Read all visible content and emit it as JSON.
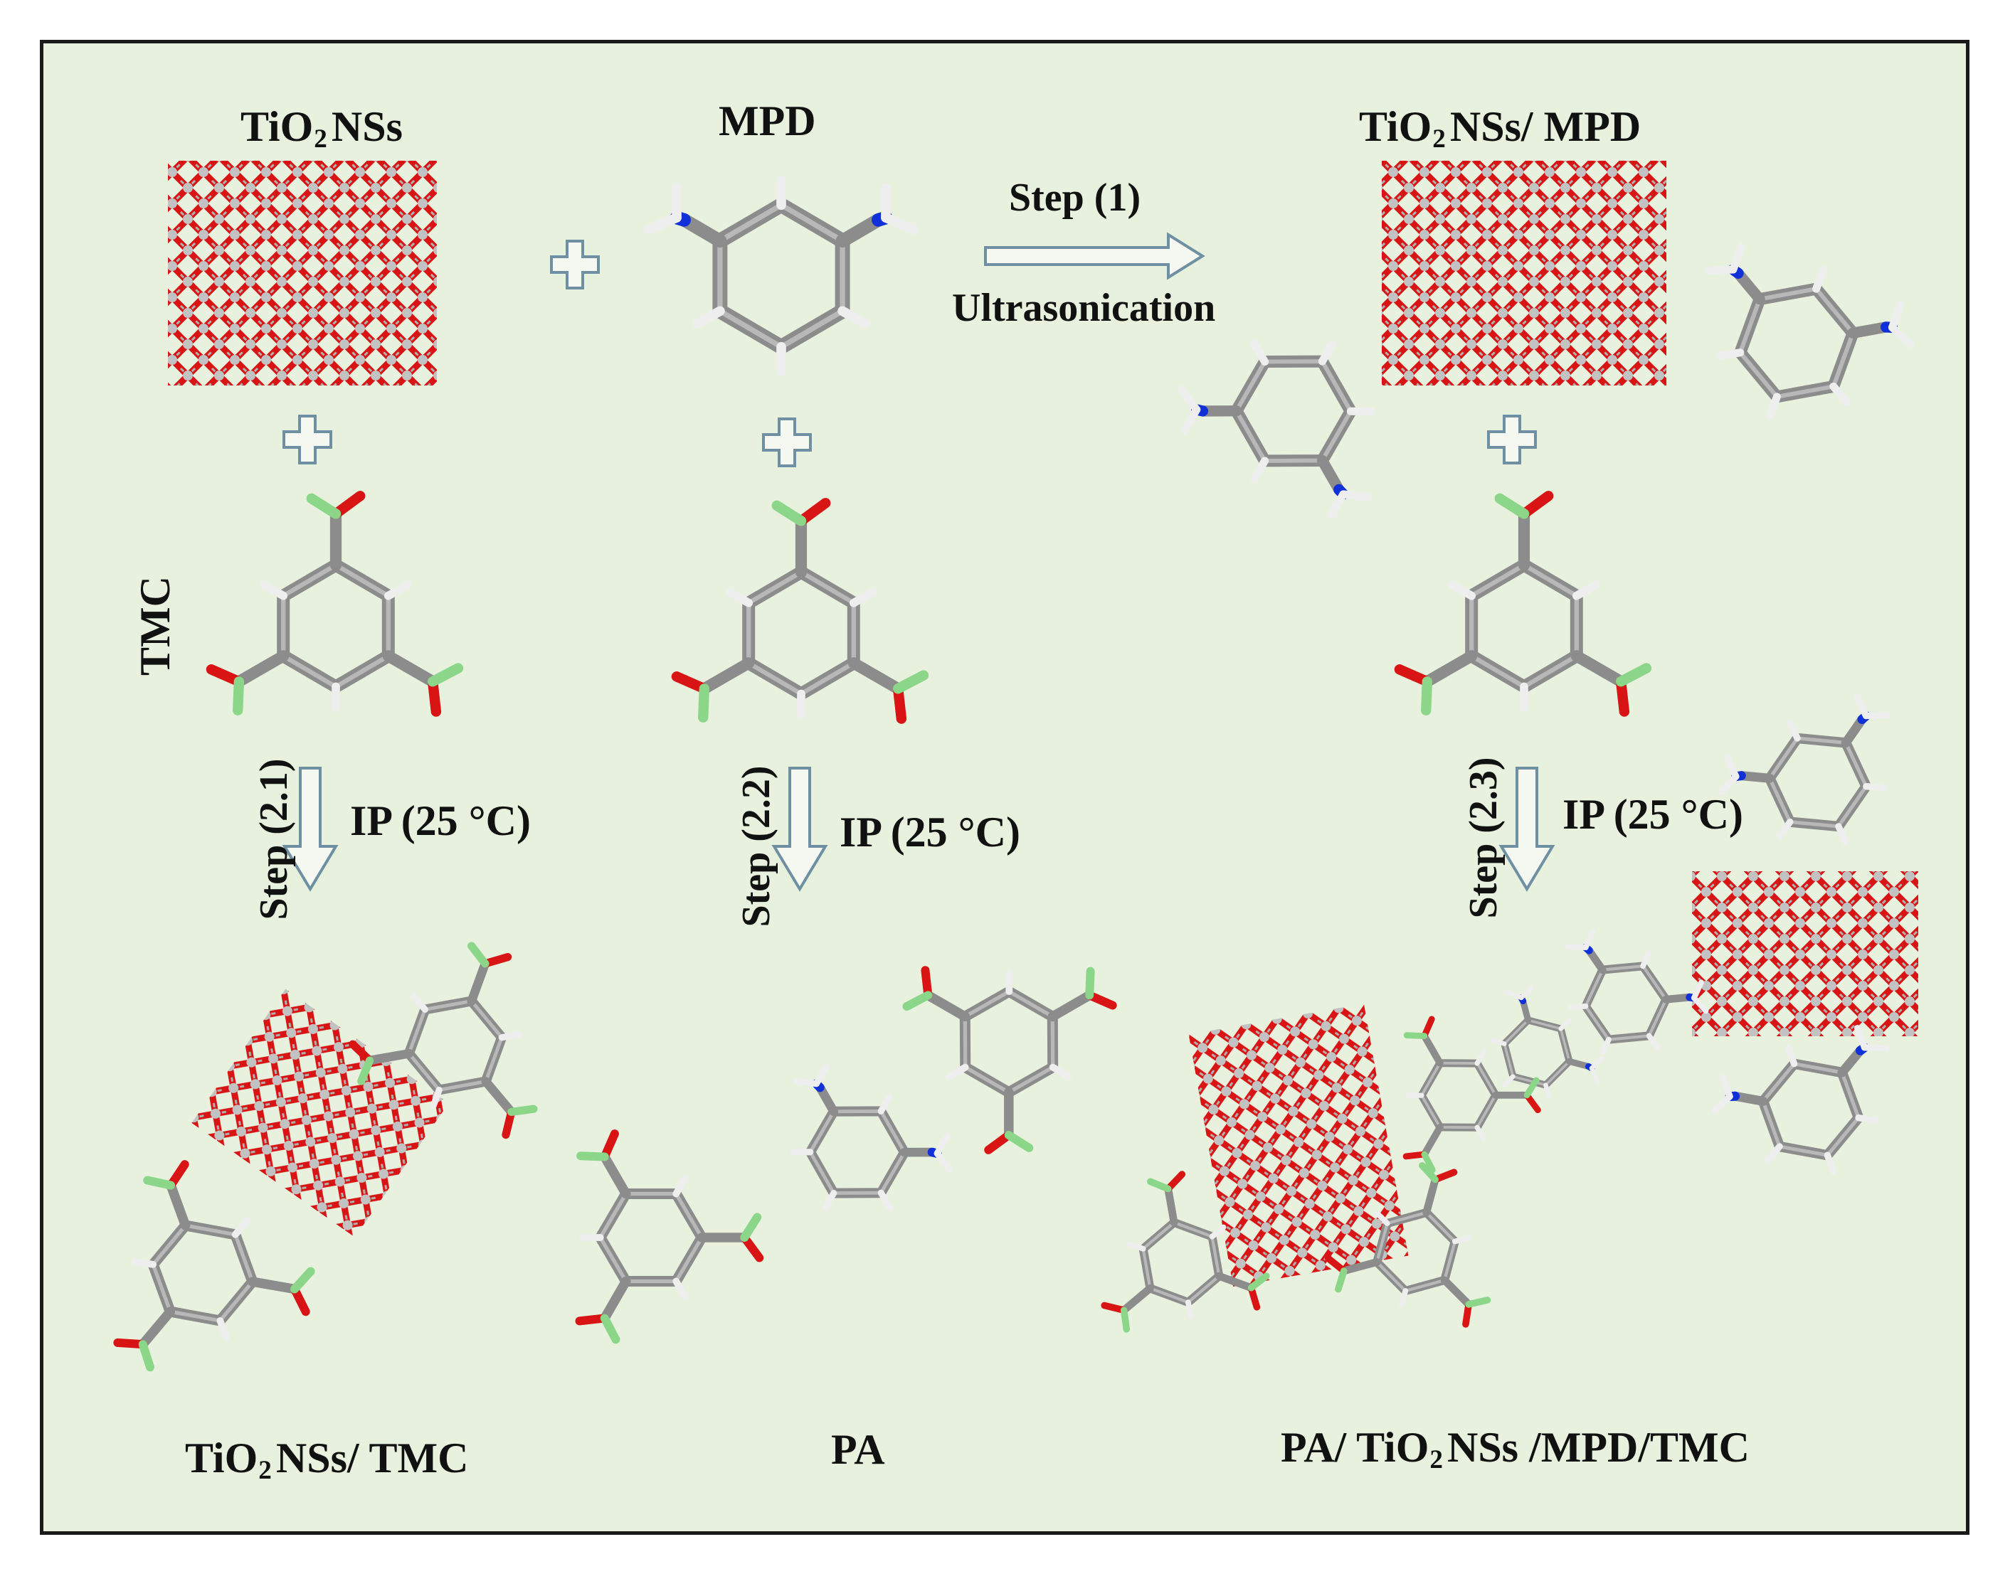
{
  "labels": {
    "tio2_nss": {
      "pre": "TiO",
      "sub": "2",
      "post": "NSs"
    },
    "mpd": "MPD",
    "tio2_mpd": {
      "pre": "TiO",
      "sub": "2",
      "post": "NSs/ MPD"
    },
    "step1": "Step (1)",
    "ultrasonication": "Ultrasonication",
    "tmc": "TMC",
    "step21": "Step (2.1)",
    "step22": "Step (2.2)",
    "step23": "Step (2.3)",
    "ip": "IP (25 °C)",
    "tio2_tmc": {
      "pre": "TiO",
      "sub": "2",
      "post": "NSs/ TMC"
    },
    "pa": "PA",
    "final": {
      "pre": "PA/ TiO",
      "sub": "2",
      "post": "NSs /MPD/TMC"
    }
  },
  "colors": {
    "background": "#e7f1de",
    "frame": "#1a1a1a",
    "carbon_bond": "#8c8c8c",
    "oxygen": "#e01010",
    "nitrogen": "#1030d8",
    "hydrogen": "#f2f2f2",
    "chlorine": "#8cd68a",
    "titanium": "#b4b4b4",
    "arrow": "#6f8fa3"
  }
}
